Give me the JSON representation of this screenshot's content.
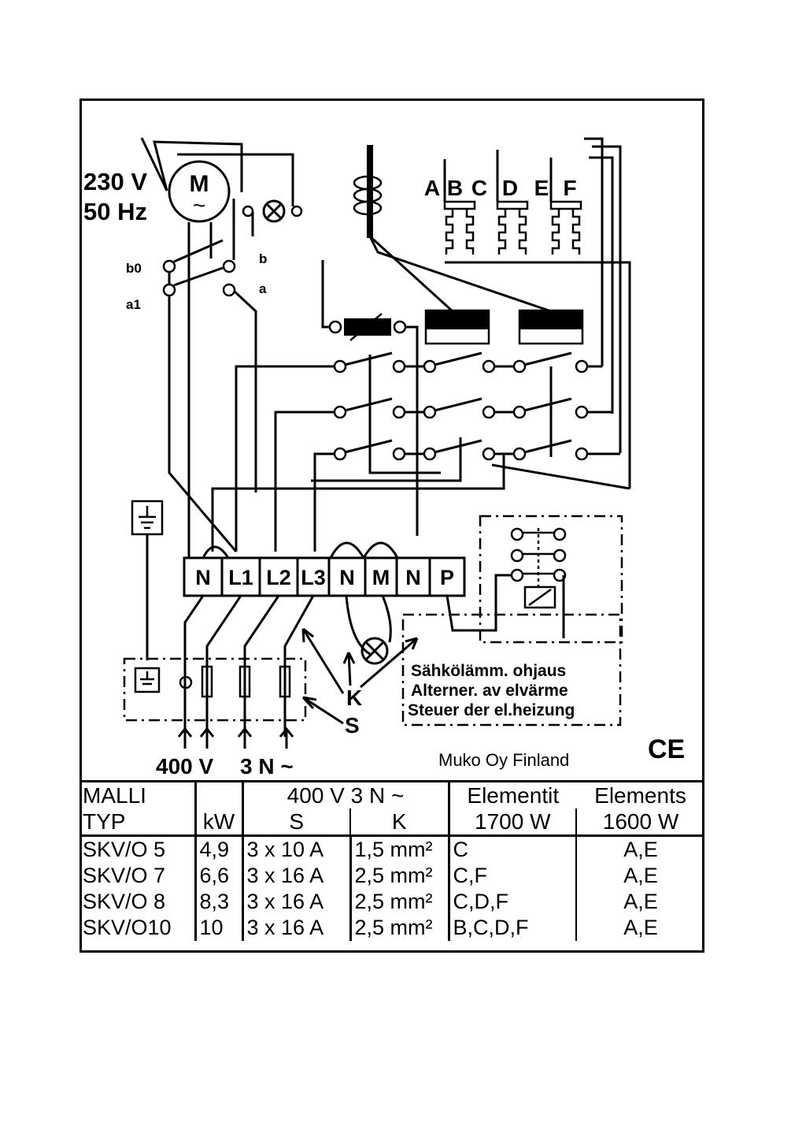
{
  "supply": {
    "voltage": "230 V",
    "frequency": "50 Hz"
  },
  "motor": {
    "letter": "M",
    "symbol": "~"
  },
  "switch_labels": {
    "b0": "b0",
    "a1": "a1",
    "b": "b",
    "a": "a"
  },
  "elements": [
    "A",
    "B",
    "C",
    "D",
    "E",
    "F"
  ],
  "terminals": [
    "N",
    "L1",
    "L2",
    "L3",
    "N",
    "M",
    "N",
    "P"
  ],
  "pointer_labels": {
    "K": "K",
    "S": "S"
  },
  "supply_bottom": {
    "voltage": "400 V",
    "phases": "3 N ~"
  },
  "control_note": [
    "Sähkölämm. ohjaus",
    "Alterner. av elvärme",
    "Steuer der el.heizung"
  ],
  "manufacturer": "Muko Oy Finland",
  "ce_mark": "CE",
  "table": {
    "header1": {
      "model": "MALLI",
      "supply": "400 V  3 N ~",
      "elements_fi": "Elementit",
      "elements_en": "Elements"
    },
    "header2": {
      "model": "TYP",
      "power": "kW",
      "fuse": "S",
      "cable": "K",
      "el1700": "1700 W",
      "el1600": "1600 W"
    },
    "rows": [
      {
        "model": "SKV/O 5",
        "power": "4,9",
        "fuse": "3 x 10 A",
        "cable": "1,5 mm²",
        "el1700": "C",
        "el1600": "A,E"
      },
      {
        "model": "SKV/O 7",
        "power": "6,6",
        "fuse": "3 x 16 A",
        "cable": "2,5 mm²",
        "el1700": "C,F",
        "el1600": "A,E"
      },
      {
        "model": "SKV/O 8",
        "power": "8,3",
        "fuse": "3 x 16 A",
        "cable": "2,5 mm²",
        "el1700": "C,D,F",
        "el1600": "A,E"
      },
      {
        "model": "SKV/O10",
        "power": "10",
        "fuse": "3 x 16 A",
        "cable": "2,5 mm²",
        "el1700": "B,C,D,F",
        "el1600": "A,E"
      }
    ]
  }
}
